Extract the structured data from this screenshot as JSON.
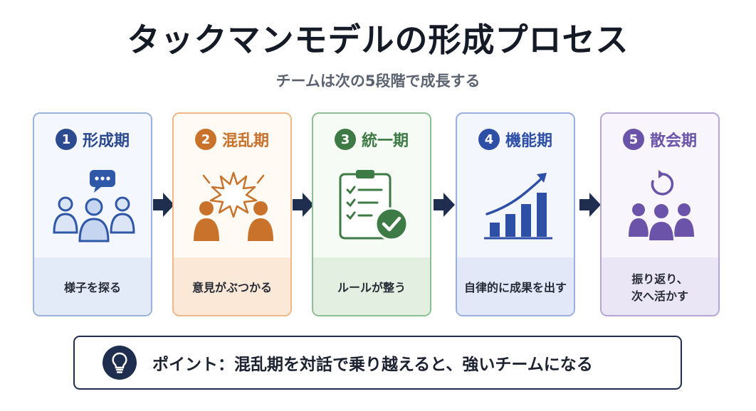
{
  "title": "タックマンモデルの形成プロセス",
  "subtitle": "チームは次の5段階で成長する",
  "stages": [
    {
      "number": "1",
      "name": "形成期",
      "description": "様子を探る",
      "icon": "people-chat-icon",
      "accent": "#2b4a8f",
      "border": "#9bb3dc",
      "bg": "#f4f7fd",
      "foot_bg": "#e3ebf8"
    },
    {
      "number": "2",
      "name": "混乱期",
      "description": "意見がぶつかる",
      "icon": "conflict-icon",
      "accent": "#c8722c",
      "border": "#f0b886",
      "bg": "#fffaf4",
      "foot_bg": "#fbe8d6"
    },
    {
      "number": "3",
      "name": "統一期",
      "description": "ルールが整う",
      "icon": "checklist-icon",
      "accent": "#3d7a45",
      "border": "#8cbf92",
      "bg": "#f6fbf5",
      "foot_bg": "#e3f0e1"
    },
    {
      "number": "4",
      "name": "機能期",
      "description": "自律的に成果を出す",
      "icon": "growth-chart-icon",
      "accent": "#2e4fa6",
      "border": "#9aaedf",
      "bg": "#f4f6fd",
      "foot_bg": "#e2e8f7"
    },
    {
      "number": "5",
      "name": "散会期",
      "description": "振り返り、\n次へ活かす",
      "icon": "team-cycle-icon",
      "accent": "#6a53a8",
      "border": "#b6a6d8",
      "bg": "#f8f6fc",
      "foot_bg": "#ebe6f5"
    }
  ],
  "point": {
    "text": "ポイント：混乱期を対話で乗り越えると、強いチームになる",
    "icon": "lightbulb-icon"
  },
  "colors": {
    "arrow": "#1f2d4e",
    "navy": "#1f2d4e"
  }
}
